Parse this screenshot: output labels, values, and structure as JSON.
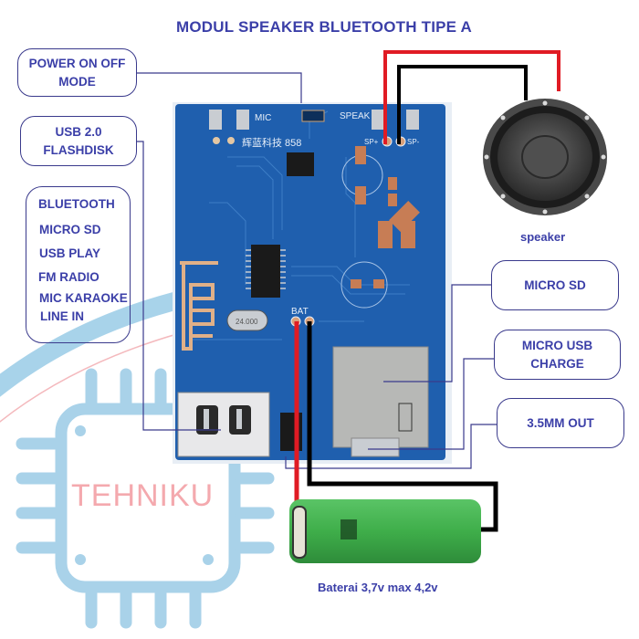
{
  "title": "MODUL SPEAKER BLUETOOTH TIPE A",
  "labels": {
    "power": [
      "POWER ON OFF",
      "MODE"
    ],
    "usb": [
      "USB 2.0",
      "FLASHDISK"
    ],
    "micro_sd": "MICRO SD",
    "micro_usb": [
      "MICRO USB",
      "CHARGE"
    ],
    "audio_out": "3.5MM OUT"
  },
  "features": [
    "BLUETOOTH",
    "MICRO SD",
    "USB PLAY",
    "FM RADIO",
    "MIC KARAOKE",
    "LINE IN"
  ],
  "pcb": {
    "silk_chip_label": "辉蓝科技 858",
    "silk_mic": "MIC",
    "silk_speak": "SPEAK",
    "silk_sp_plus": "SP+",
    "silk_sp_minus": "SP-",
    "silk_bat": "BAT",
    "crystal_label": "24.000"
  },
  "speaker": {
    "caption": "speaker"
  },
  "battery": {
    "caption": "Baterai 3,7v max 4,2v"
  },
  "watermark": {
    "text": "TEHNIKU"
  },
  "colors": {
    "label_text": "#3b3fa8",
    "line": "#3a3a8c",
    "wire_positive": "#e01b24",
    "wire_negative": "#000000",
    "pcb": "#1f5fae",
    "battery": "#3fae4a",
    "watermark_blue": "#a8d3ea",
    "watermark_pink": "#f4a9ae"
  }
}
